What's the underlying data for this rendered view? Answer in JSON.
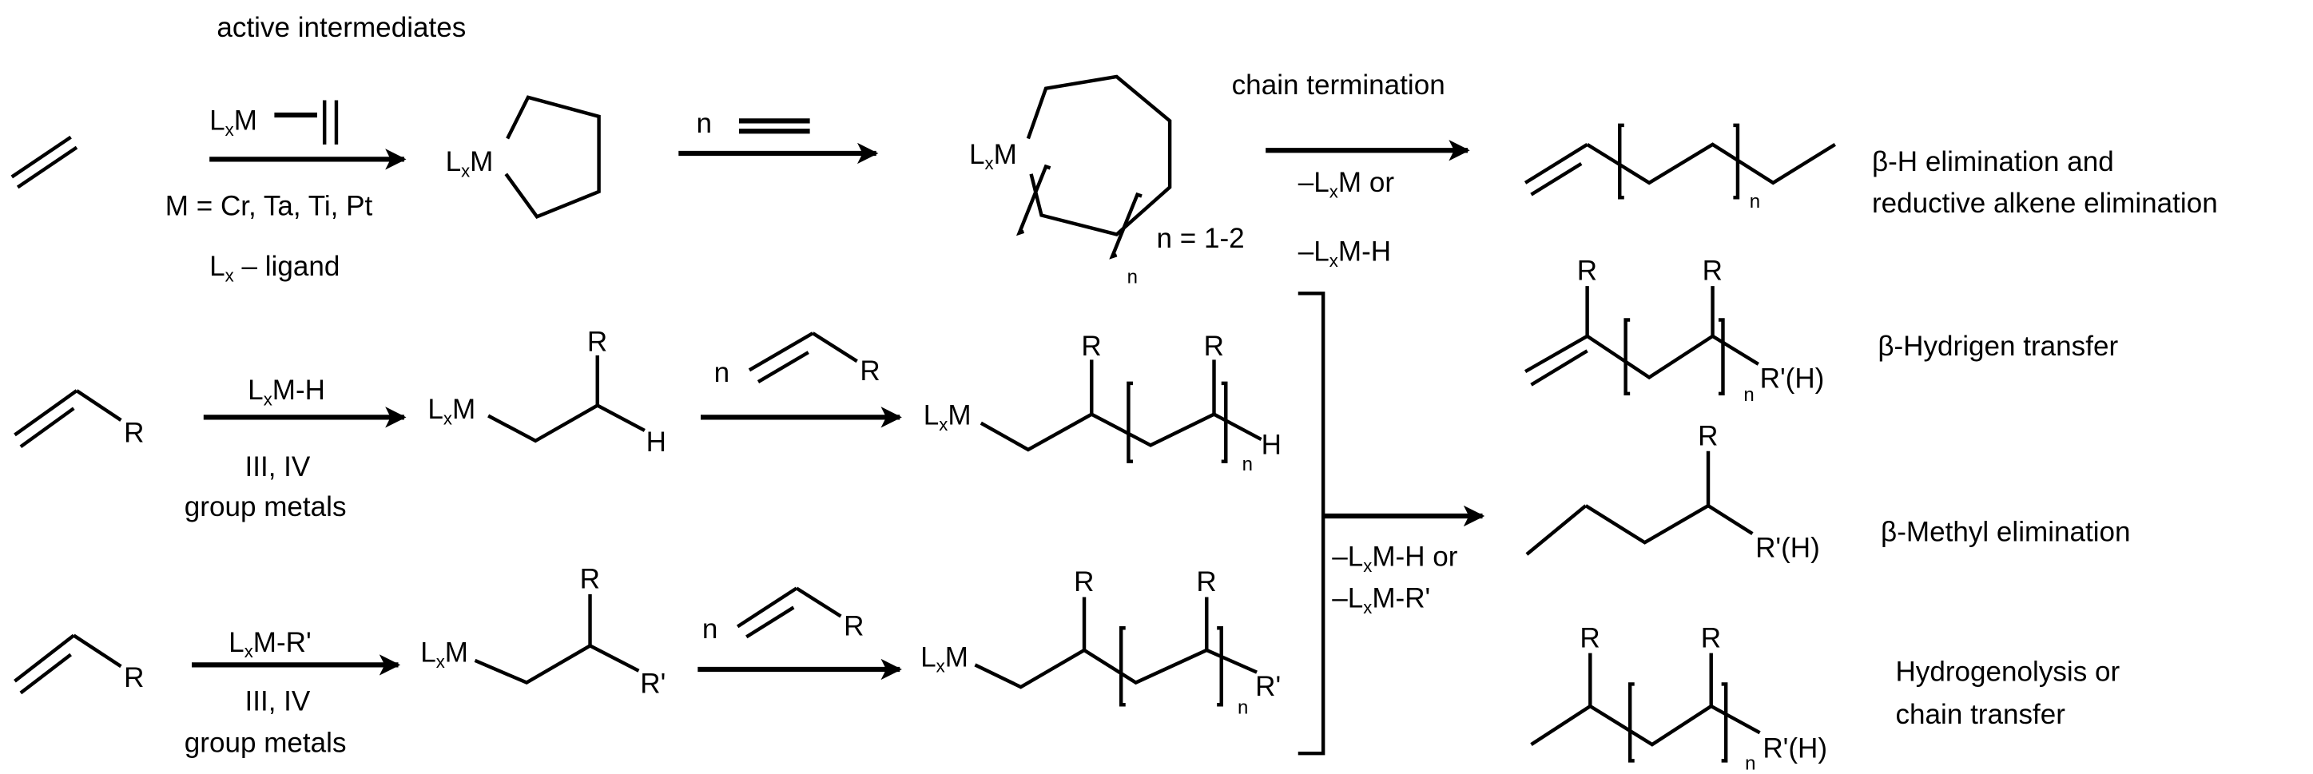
{
  "title": "active intermediates",
  "lxm": {
    "L": "L",
    "x": "x",
    "M": "M"
  },
  "row1": {
    "conditions": "M = Cr, Ta, Ti, Pt",
    "ligand_suffix": " – ligand",
    "monomer_n": "n",
    "ring_n": "n",
    "n_range": "n = 1-2",
    "termination_title": "chain termination",
    "minus": "–",
    "term_line1_suffix": "M or",
    "term_line2_suffix": "M-H",
    "product_n": "n",
    "mechanism_line1": "β-H elimination and",
    "mechanism_line2": "reductive alkene elimination"
  },
  "row2": {
    "substituent": "R",
    "reagent_suffix": "M-H",
    "groups": "III, IV",
    "metals": "group metals",
    "end_group": "H",
    "monomer_n": "n",
    "bracket_n": "n"
  },
  "row3": {
    "substituent": "R",
    "reagent_suffix": "M-R'",
    "groups": "III, IV",
    "metals": "group metals",
    "end_group": "R'",
    "monomer_n": "n",
    "bracket_n": "n"
  },
  "termination2": {
    "minus": "–",
    "line1_suffix": "M-H or",
    "line2_suffix": "M-R'"
  },
  "products": {
    "substituent": "R",
    "end_group": "R'(H)",
    "n": "n",
    "beta_h_transfer": "β-Hydrigen transfer",
    "beta_methyl": "β-Methyl elimination",
    "hydrogenolysis_line1": "Hydrogenolysis or",
    "hydrogenolysis_line2": "chain transfer"
  }
}
